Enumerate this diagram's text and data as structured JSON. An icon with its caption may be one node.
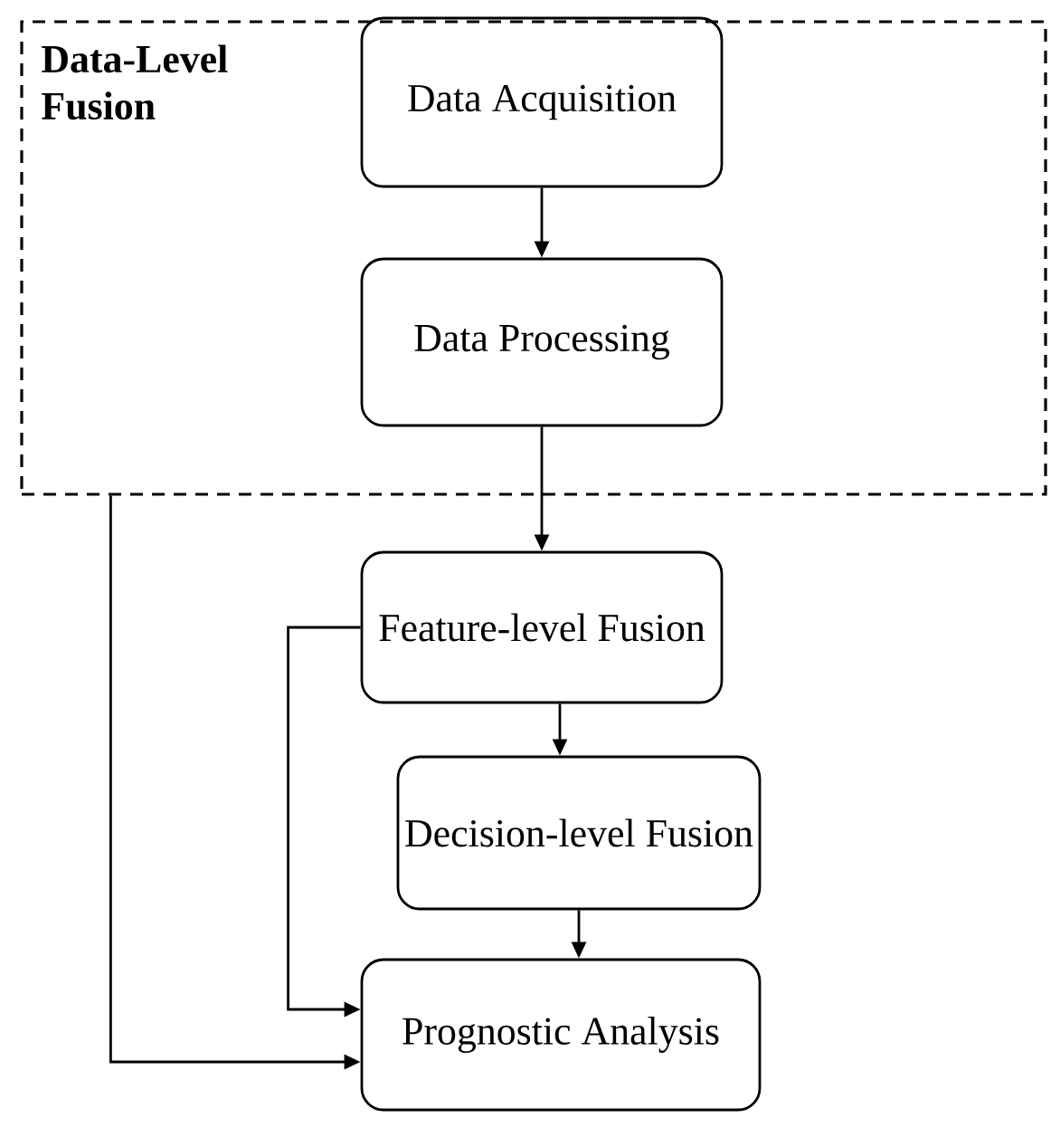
{
  "diagram": {
    "nodes": [
      {
        "text": [
          "Data-Level Fusion"
        ]
      },
      {
        "text": [
          "Data Acquisition"
        ],
        "in": 0
      },
      {
        "text": [
          "Data Processing"
        ],
        "in": 0
      },
      {
        "text": [
          "Feature-level Fusion"
        ]
      },
      {
        "text": [
          "Decision-level Fusion"
        ]
      },
      {
        "text": [
          "Prognostic Analysis"
        ]
      }
    ],
    "edges": [
      {
        "from": 1,
        "to": 2,
        "arrow": "to"
      },
      {
        "from": 2,
        "to": 3,
        "arrow": "to"
      },
      {
        "from": 3,
        "to": 4,
        "arrow": "to"
      },
      {
        "from": 4,
        "to": 5,
        "arrow": "to"
      },
      {
        "from": 3,
        "to": 5,
        "arrow": "to"
      },
      {
        "from": 0,
        "to": 5,
        "arrow": "to"
      }
    ]
  }
}
